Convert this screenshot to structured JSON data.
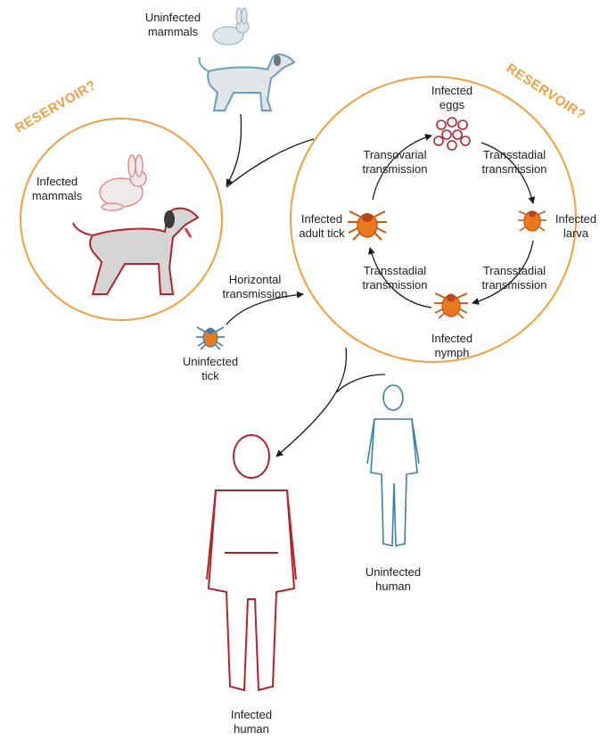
{
  "reservoir_left": "RESERVOIR?",
  "reservoir_right": "RESERVOIR?",
  "labels": {
    "uninfected_mammals": "Uninfected\nmammals",
    "infected_mammals": "Infected\nmammals",
    "infected_eggs": "Infected\neggs",
    "transovarial": "Transovarial\ntransmission",
    "transstadial_top_right": "Transstadial\ntransmission",
    "infected_adult_tick": "Infected\nadult tick",
    "infected_larva": "Infected\nlarva",
    "transstadial_bottom_left": "Transstadial\ntransmission",
    "transstadial_bottom_right": "Transstadial\ntransmission",
    "infected_nymph": "Infected\nnymph",
    "horizontal": "Horizontal\ntransmission",
    "uninfected_tick": "Uninfected\ntick",
    "uninfected_human": "Uninfected\nhuman",
    "infected_human": "Infected\nhuman"
  },
  "colors": {
    "reservoir_orange": "#f0a040",
    "infected_red": "#b0252a",
    "uninfected_blue": "#3d7fa6",
    "tick_orange": "#e8791e",
    "arrow": "#1a1a1a"
  }
}
